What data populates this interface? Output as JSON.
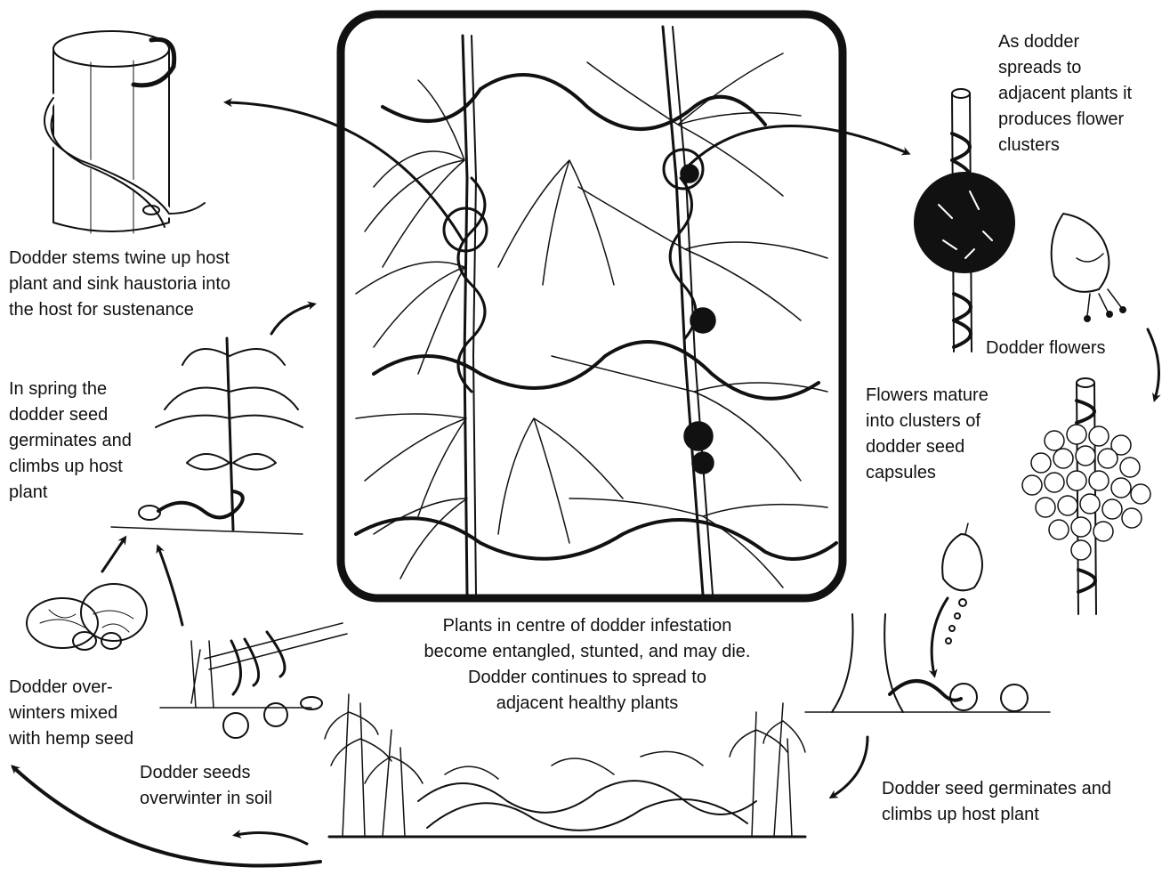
{
  "colors": {
    "ink": "#111111",
    "paper": "#ffffff"
  },
  "captions": {
    "twine": "Dodder stems twine up host\nplant and sink haustoria into\nthe host for sustenance",
    "spring": "In spring the\ndodder seed\ngerminates and\nclimbs up host\nplant",
    "overwinter_mixed": "Dodder over-\nwinters mixed\nwith hemp seed",
    "overwinter_soil": "Dodder seeds\noverwinter in soil",
    "center": "Plants in centre of dodder infestation\nbecome entangled, stunted, and may die.\nDodder continues to spread to\nadjacent healthy plants",
    "spreads": "As dodder\nspreads to\nadjacent plants it\nproduces flower\nclusters",
    "flowers": "Dodder flowers",
    "mature": "Flowers mature\ninto clusters of\ndodder seed\ncapsules",
    "germinates": "Dodder seed germinates and\nclimbs up host plant"
  }
}
